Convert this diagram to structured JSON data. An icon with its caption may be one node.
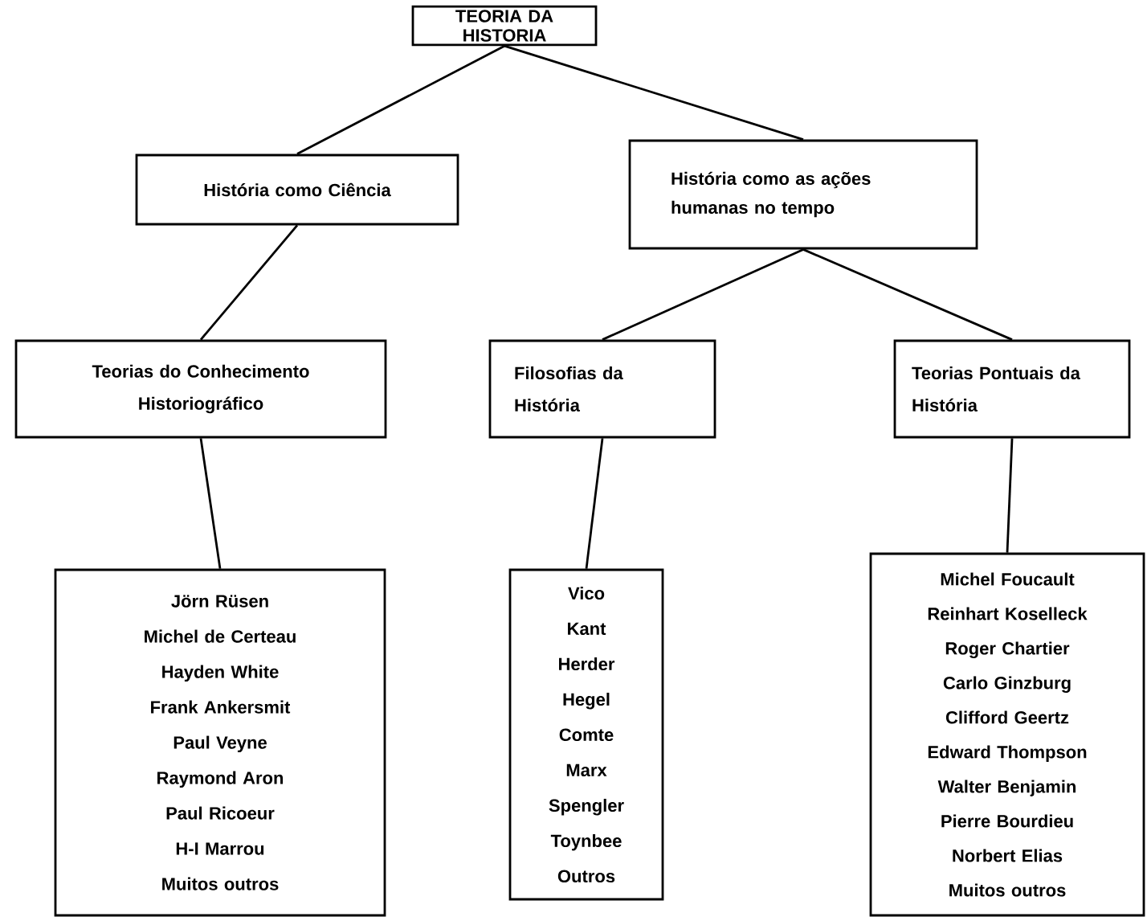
{
  "diagram": {
    "nodes": [
      {
        "text": [
          "TEORIA DA HISTORIA"
        ]
      },
      {
        "text": [
          "História como Ciência"
        ]
      },
      {
        "text": [
          "História como as ações humanas no tempo"
        ]
      },
      {
        "text": [
          "Teorias do Conhecimento Historiográfico"
        ]
      },
      {
        "text": [
          "Filosofias da História"
        ]
      },
      {
        "text": [
          "Teorias Pontuais da História"
        ]
      },
      {
        "text": [
          "Jörn Rüsen",
          "Michel de Certeau",
          "Hayden White",
          "Frank Ankersmit",
          "Paul Veyne",
          "Raymond Aron",
          "Paul Ricoeur",
          "H-I Marrou",
          "Muitos outros"
        ]
      },
      {
        "text": [
          "Vico",
          "Kant",
          "Herder",
          "Hegel",
          "Comte",
          "Marx",
          "Spengler",
          "Toynbee",
          "Outros"
        ]
      },
      {
        "text": [
          "Michel Foucault",
          "Reinhart Koselleck",
          "Roger Chartier",
          "Carlo Ginzburg",
          "Clifford Geertz",
          "Edward Thompson",
          "Walter Benjamin",
          "Pierre Bourdieu",
          "Norbert Elias",
          "Muitos outros"
        ]
      }
    ],
    "edges": [
      {
        "from": 0,
        "to": 1,
        "arrow": "none"
      },
      {
        "from": 0,
        "to": 2,
        "arrow": "none"
      },
      {
        "from": 1,
        "to": 3,
        "arrow": "none"
      },
      {
        "from": 2,
        "to": 4,
        "arrow": "none"
      },
      {
        "from": 2,
        "to": 5,
        "arrow": "none"
      },
      {
        "from": 3,
        "to": 6,
        "arrow": "none"
      },
      {
        "from": 4,
        "to": 7,
        "arrow": "none"
      },
      {
        "from": 5,
        "to": 8,
        "arrow": "none"
      }
    ]
  }
}
